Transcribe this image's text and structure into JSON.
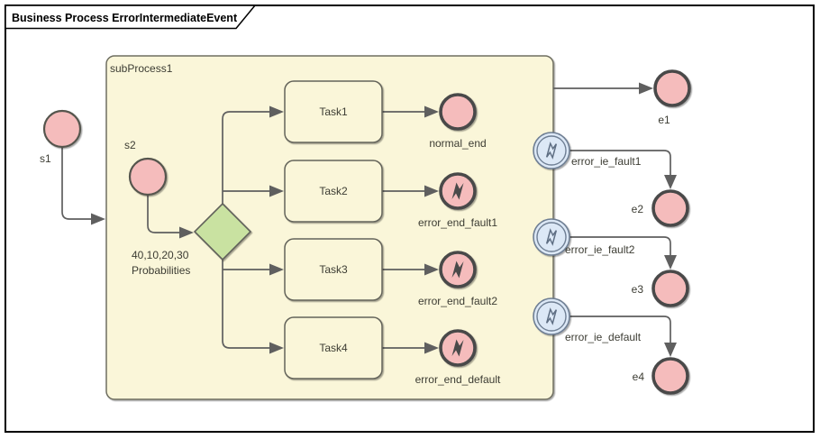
{
  "title": "Business Process ErrorIntermediateEvent",
  "colors": {
    "subprocess_fill": "#faf6d9",
    "task_fill": "#faf6d9",
    "event_pink": "#f5bcbc",
    "gateway_green": "#c9e2a1",
    "intermediate_blue": "#dce8f6",
    "connector_gray": "#5f5f5f"
  },
  "subprocess": {
    "label": "subProcess1"
  },
  "start_events": [
    {
      "label": "s1"
    },
    {
      "label": "s2"
    }
  ],
  "gateway": {
    "label_line1": "40,10,20,30",
    "label_line2": "Probabilities"
  },
  "tasks": [
    {
      "label": "Task1"
    },
    {
      "label": "Task2"
    },
    {
      "label": "Task3"
    },
    {
      "label": "Task4"
    }
  ],
  "inner_end_events": [
    {
      "label": "normal_end",
      "type": "normal"
    },
    {
      "label": "error_end_fault1",
      "type": "error"
    },
    {
      "label": "error_end_fault2",
      "type": "error"
    },
    {
      "label": "error_end_default",
      "type": "error"
    }
  ],
  "intermediate_events": [
    {
      "label": "error_ie_fault1"
    },
    {
      "label": "error_ie_fault2"
    },
    {
      "label": "error_ie_default"
    }
  ],
  "outer_end_events": [
    {
      "label": "e1"
    },
    {
      "label": "e2"
    },
    {
      "label": "e3"
    },
    {
      "label": "e4"
    }
  ]
}
